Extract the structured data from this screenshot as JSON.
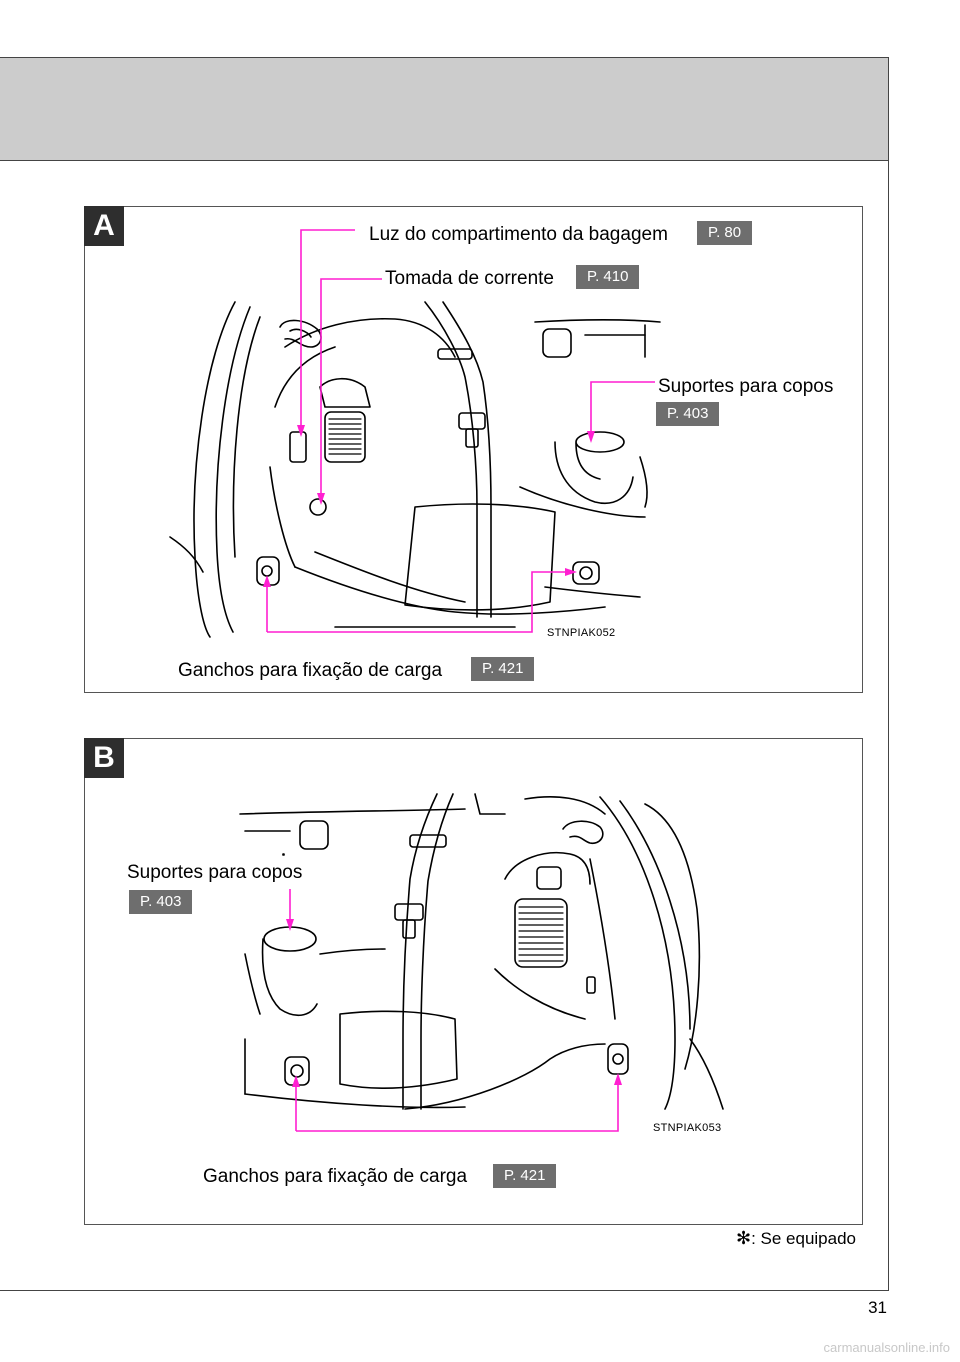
{
  "panel_a": {
    "letter": "A",
    "labels": {
      "luggage_light": "Luz do compartimento da bagagem",
      "luggage_light_ref": "P. 80",
      "power_outlet": "Tomada de corrente",
      "power_outlet_ref": "P. 410",
      "cup_holders": "Suportes para copos",
      "cup_holders_ref": "P. 403",
      "cargo_hooks": "Ganchos para fixação de carga",
      "cargo_hooks_ref": "P. 421"
    },
    "image_code": "STNPIAK052"
  },
  "panel_b": {
    "letter": "B",
    "labels": {
      "cup_holders": "Suportes para copos",
      "cup_holders_ref": "P. 403",
      "cargo_hooks": "Ganchos para fixação de carga",
      "cargo_hooks_ref": "P. 421"
    },
    "image_code": "STNPIAK053"
  },
  "footnote": {
    "symbol": "✻",
    "text": ": Se equipado"
  },
  "page_number": "31",
  "watermark": "carmanualsonline.info",
  "colors": {
    "callout_line": "#ff1fd1",
    "header_band": "#cccccc",
    "ref_badge": "#6e6e6e",
    "panel_letter_bg": "#2e2e2e"
  }
}
